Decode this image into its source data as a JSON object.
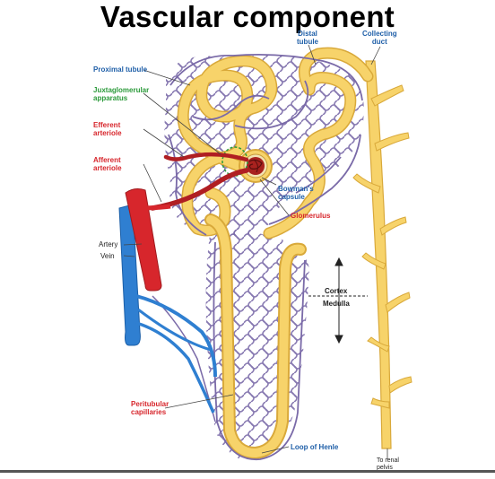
{
  "title": "Vascular component",
  "labels": {
    "distal_tubule": "Distal\ntubule",
    "collecting_duct": "Collecting\nduct",
    "proximal_tubule": "Proximal tubule",
    "juxtaglomerular": "Juxtaglomerular\napparatus",
    "efferent": "Efferent\narteriole",
    "afferent": "Afferent\narteriole",
    "bowmans": "Bowman's\ncapsule",
    "glomerulus": "Glomerulus",
    "artery": "Artery",
    "vein": "Vein",
    "cortex": "Cortex",
    "medulla": "Medulla",
    "peritubular": "Peritubular\ncapillaries",
    "loop": "Loop of Henle",
    "renal_pelvis": "To renal\npelvis"
  },
  "colors": {
    "tubule": "#f7d36a",
    "tubule_edge": "#d9a93a",
    "capillary": "#7a6aa8",
    "artery": "#d7262c",
    "vein": "#2f7fd1",
    "label_blue": "#1f5fa8",
    "label_green": "#2b9a3a",
    "label_red": "#d7262c"
  }
}
